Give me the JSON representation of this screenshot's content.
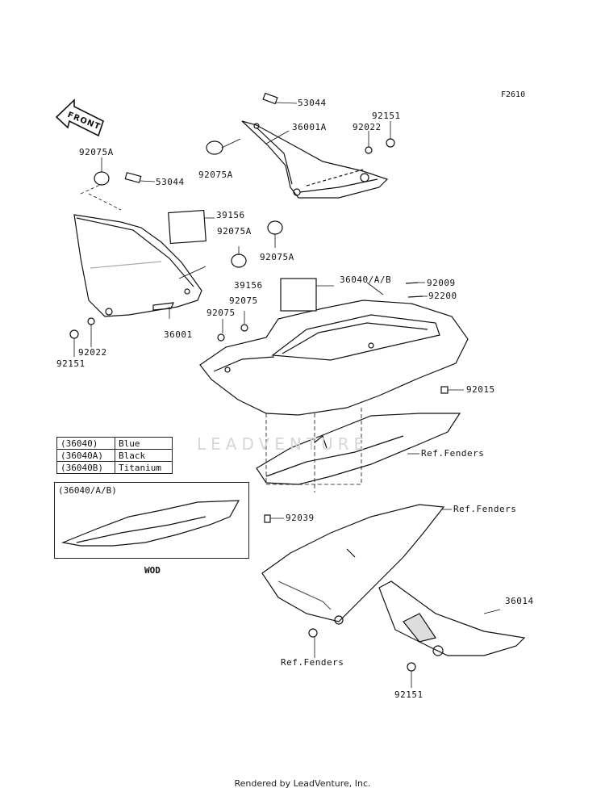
{
  "figure_code": "F2610",
  "front_label": "FRONT",
  "watermark": "LEADVENTURE",
  "footer": "Rendered by LeadVenture, Inc.",
  "color_table": [
    {
      "code": "(36040)",
      "color": "Blue"
    },
    {
      "code": "(36040A)",
      "color": "Black"
    },
    {
      "code": "(36040B)",
      "color": "Titanium"
    }
  ],
  "inset": {
    "title": "(36040/A/B)",
    "caption": "WOD"
  },
  "callouts": {
    "p53044_top": "53044",
    "p36001A": "36001A",
    "p92151_top": "92151",
    "p92022_top": "92022",
    "p92075A_upper_left": "92075A",
    "p92075A_mid": "92075A",
    "p53044_left": "53044",
    "p39156_left": "39156",
    "p92075A_right": "92075A",
    "p92075A_lower": "92075A",
    "p36040AB": "36040/A/B",
    "p92009": "92009",
    "p39156_mid": "39156",
    "p92075_a": "92075",
    "p92200": "92200",
    "p92075_b": "92075",
    "p36001": "36001",
    "p92022_left": "92022",
    "p92151_left": "92151",
    "p92015": "92015",
    "ref_fenders_1": "Ref.Fenders",
    "p92039": "92039",
    "ref_fenders_2": "Ref.Fenders",
    "p36014": "36014",
    "ref_fenders_3": "Ref.Fenders",
    "p92151_bottom": "92151"
  }
}
